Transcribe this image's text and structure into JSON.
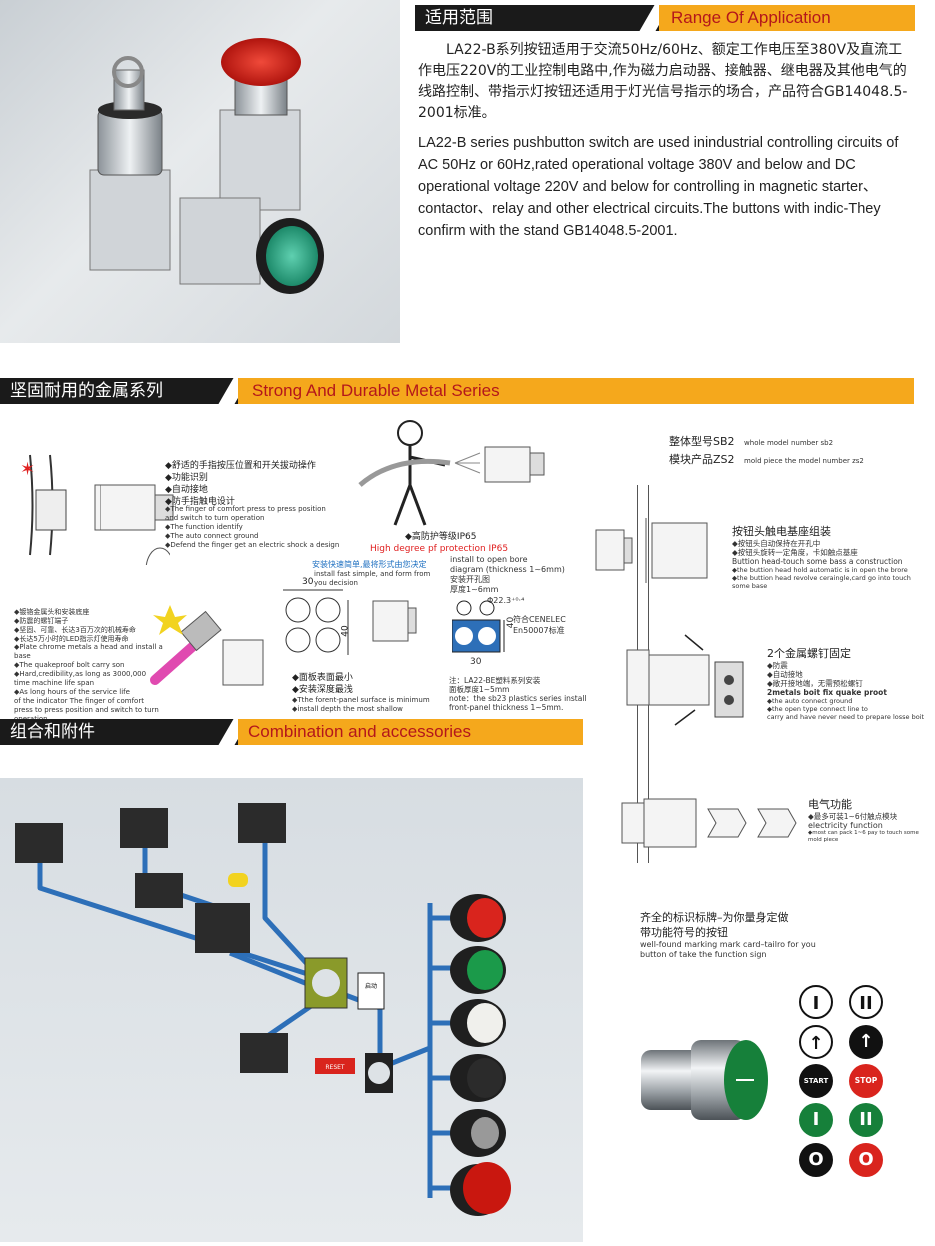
{
  "sections": {
    "application": {
      "cn": "适用范围",
      "en": "Range Of Application"
    },
    "metal": {
      "cn": "坚固耐用的金属系列",
      "en": "Strong And Durable Metal Series"
    },
    "combination": {
      "cn": "组合和附件",
      "en": "Combination and accessories"
    }
  },
  "application_text": {
    "cn": "LA22-B系列按钮适用于交流50Hz/60Hz、额定工作电压至380V及直流工作电压220V的工业控制电路中,作为磁力启动器、接触器、继电器及其他电气的线路控制、带指示灯按钮还适用于灯光信号指示的场合，产品符合GB14048.5-2001标准。",
    "en": "LA22-B series pushbutton switch are used inindustrial controlling circuits of AC 50Hz or 60Hz,rated operational voltage 380V and below and DC operational voltage 220V and below for controlling in magnetic starter、contactor、relay and other electrical circuits.The buttons with indic-They confirm with the stand GB14048.5-2001."
  },
  "metal_features": {
    "list1": [
      "◆舒适的手指按压位置和开关拔动操作",
      "◆功能识别",
      "◆自动接地",
      "◆防手指触电设计"
    ],
    "list1_en": [
      "◆The finger of comfort press to press position",
      "and switch to turn operation",
      "◆The function identify",
      "◆The auto connect ground",
      "◆Defend the finger get an electric shock a design"
    ],
    "ip": {
      "cn": "◆高防护等级IP65",
      "en": "High degree pf protection IP65"
    },
    "install_title": {
      "cn": "安装快速简单,最将形式由您决定",
      "en": "install fast simple, and form from you decision"
    },
    "bore": {
      "line1": "install to open bore",
      "line2": "diagram (thickness 1~6mm)",
      "line3": "安装开孔图",
      "line4": "厚度1~6mm",
      "phi": "Φ22.3⁺⁰·⁴",
      "cert_cn": "符合CENELEC",
      "cert_en": "En50007标准",
      "dim_30": "30",
      "dim_40": "40"
    },
    "list2": [
      "◆镀铬金属头和安装底座",
      "◆防震的螺钉端子",
      "◆坚固、可靠、长达3百万次的机械寿命",
      "◆长达5万小时的LED指示灯使用寿命"
    ],
    "list2_en": [
      "◆Plate chrome metals a head and install a base",
      "◆The quakeproof bolt carry son",
      "◆Hard,credibility,as long as 3000,000",
      "time machine life span",
      "◆As long  hours of the service life",
      "of the indicator The finger of comfort",
      "press to press position and switch to turn operation"
    ],
    "panel": [
      "◆面板表面最小",
      "◆安装深度最浅",
      "◆Tthe forent-panel surface is minimum",
      "◆install depth the most shallow"
    ],
    "note": [
      "注：LA22-BE塑料系列安装",
      "面板厚度1~5mm",
      "note：the sb23 plastics series install",
      "front-panel thickness 1~5mm."
    ],
    "dim_30": "30",
    "dim_40": "40"
  },
  "right_panel": {
    "model1": {
      "cn": "整体型号SB2",
      "en": "whole model number sb2"
    },
    "model2": {
      "cn": "模块产品ZS2",
      "en": "mold piece the model number zs2"
    },
    "head": {
      "title": "按钮头触电基座组装",
      "lines": [
        "◆按钮头自动保持在开孔中",
        "◆按钮头旋转一定角度，卡如触点基座"
      ],
      "en1": "Buttion head-touch some bass a construction",
      "en2": [
        "◆the buttion  head hold automatic is in open the brore",
        "◆the buttion head revolve ceraingle,card go into touch some base"
      ]
    },
    "screws": {
      "title": "2个金属螺钉固定",
      "lines": [
        "◆防震",
        "◆自动接地",
        "◆敞开接地端，无需预松螺钉"
      ],
      "en1": "2metals boit fix quake proot",
      "en2": [
        "◆the auto connect ground",
        "◆the open type connect line to",
        "carry and have never need to prepare losse boit"
      ]
    },
    "electric": {
      "title": "电气功能",
      "line": "◆最多可装1~6付触点模块",
      "en1": "electricity function",
      "en2": "◆most can pack 1~6 pay to touch some mold piece"
    },
    "marking": {
      "cn1": "齐全的标识标牌–为你量身定做",
      "cn2": "带功能符号的按钮",
      "en1": "well-found marking mark card–tailro for you",
      "en2": "button of take the function sign"
    },
    "symbols": [
      "I",
      "II",
      "↑",
      "↑",
      "START",
      "STOP",
      "I",
      "II",
      "O",
      "O"
    ]
  },
  "accessories": {
    "reset_label": "RESET",
    "plate_label": "启动"
  },
  "colors": {
    "orange": "#f5a81c",
    "accent_red": "#b4171b",
    "dark": "#1a1a1a",
    "green": "#16803a",
    "red": "#d9241d",
    "blue": "#2d6fb8"
  }
}
